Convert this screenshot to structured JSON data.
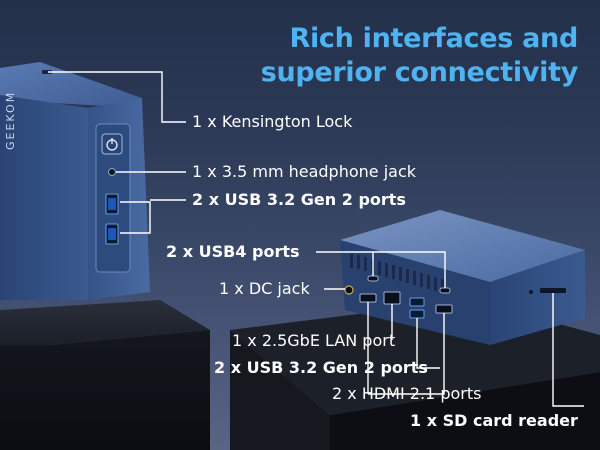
{
  "headline": {
    "line1": "Rich interfaces and",
    "line2": "superior connectivity"
  },
  "device": {
    "brand": "GEEKOM"
  },
  "callouts": {
    "kensington": "1 x Kensington Lock",
    "headphone": "1 x 3.5 mm headphone jack",
    "usb_front": "2 x USB 3.2 Gen 2 ports",
    "usb4": "2 x USB4 ports",
    "dc": "1 x DC jack",
    "lan": "1 x 2.5GbE LAN port",
    "usb_rear": "2 x USB 3.2 Gen 2 ports",
    "hdmi": "2 x HDMI 2.1 ports",
    "sd": "1 x SD card reader"
  },
  "colors": {
    "accent": "#4fb3f2",
    "device_body": "#3f5f95",
    "label_text": "#ffffff"
  }
}
